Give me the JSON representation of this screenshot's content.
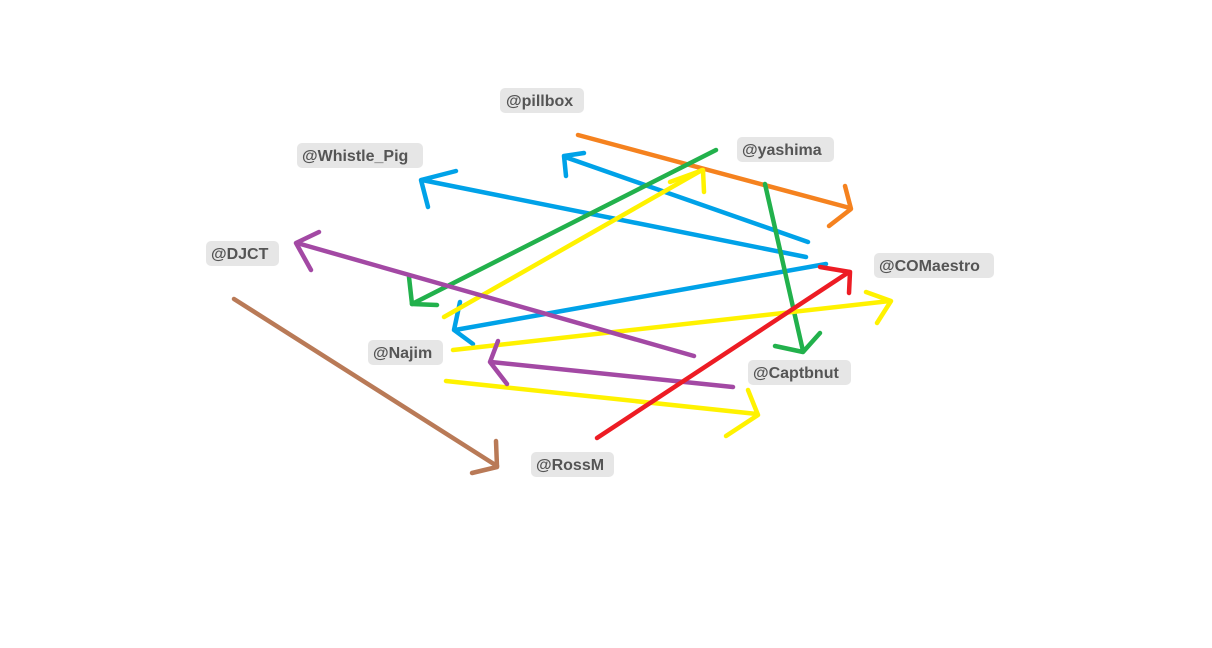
{
  "colors": {
    "orange": "#f5821f",
    "blue": "#00a2e8",
    "green": "#22b14c",
    "yellow": "#fff200",
    "purple": "#a349a4",
    "red": "#ed1c24",
    "brown": "#b97a57",
    "label_bg": "#e6e6e6",
    "label_text": "#555555"
  },
  "nodes": [
    {
      "id": "pillbox",
      "label": "@pillbox"
    },
    {
      "id": "yashima",
      "label": "@yashima"
    },
    {
      "id": "whistle_pig",
      "label": "@Whistle_Pig"
    },
    {
      "id": "djct",
      "label": "@DJCT"
    },
    {
      "id": "comaestro",
      "label": "@COMaestro"
    },
    {
      "id": "najim",
      "label": "@Najim"
    },
    {
      "id": "captbnut",
      "label": "@Captbnut"
    },
    {
      "id": "rossm",
      "label": "@RossM"
    }
  ],
  "edges": [
    {
      "id": "pillbox-comaestro",
      "color": "orange"
    },
    {
      "id": "comaestro-pillbox",
      "color": "blue"
    },
    {
      "id": "comaestro-whistle_pig",
      "color": "blue"
    },
    {
      "id": "comaestro-najim",
      "color": "blue"
    },
    {
      "id": "yashima-najim",
      "color": "green"
    },
    {
      "id": "yashima-captbnut",
      "color": "green"
    },
    {
      "id": "najim-yashima",
      "color": "yellow"
    },
    {
      "id": "najim-comaestro",
      "color": "yellow"
    },
    {
      "id": "najim-captbnut",
      "color": "yellow"
    },
    {
      "id": "captbnut-djct",
      "color": "purple"
    },
    {
      "id": "captbnut-najim",
      "color": "purple"
    },
    {
      "id": "rossm-comaestro",
      "color": "red"
    },
    {
      "id": "djct-rossm",
      "color": "brown"
    }
  ]
}
